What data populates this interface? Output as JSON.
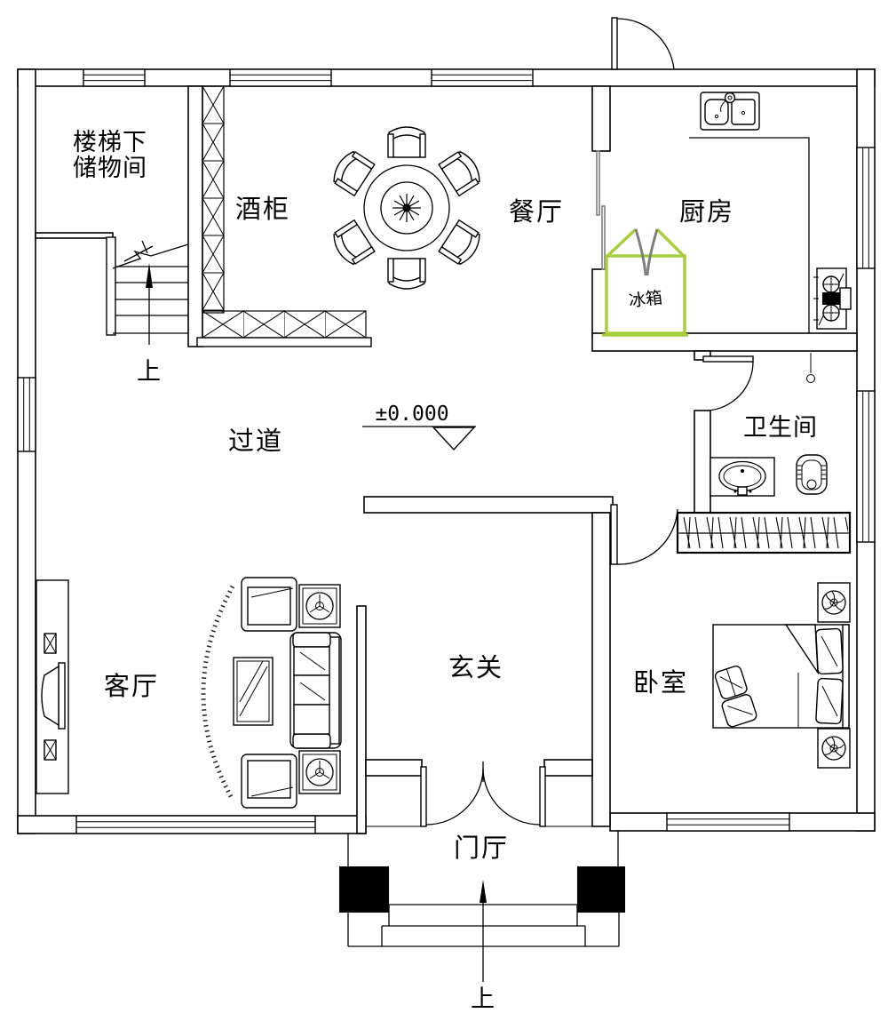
{
  "labels": {
    "storage_line1": "楼梯下",
    "storage_line2": "储物间",
    "wine_cabinet": "酒柜",
    "dining_room": "餐厅",
    "kitchen": "厨房",
    "refrigerator": "冰箱",
    "corridor": "过道",
    "bathroom": "卫生间",
    "living_room": "客厅",
    "entrance_foyer": "玄关",
    "bedroom": "卧室",
    "door_hall": "门厅",
    "up_stair": "上",
    "up_entrance": "上",
    "elevation": "±0.000"
  },
  "colors": {
    "line": "#000000",
    "fridge_green": "#a6ce39",
    "door_gray": "#7f7f7f"
  }
}
